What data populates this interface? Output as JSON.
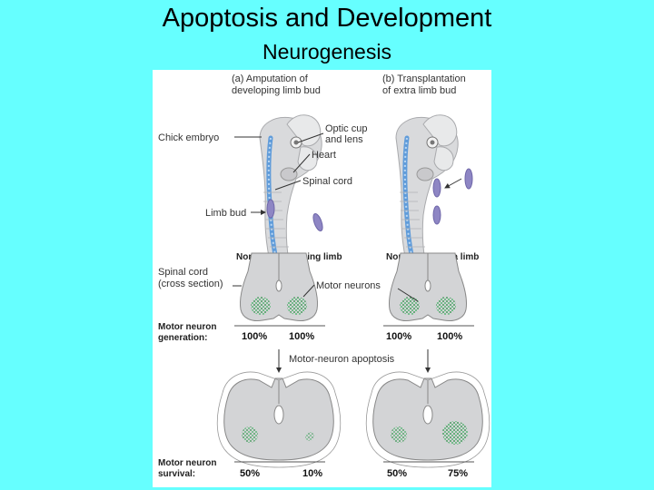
{
  "slide": {
    "title": "Apoptosis and Development",
    "subtitle": "Neurogenesis"
  },
  "figure": {
    "panel_a": {
      "line1": "(a)  Amputation of",
      "line2": "developing limb bud"
    },
    "panel_b": {
      "line1": "(b)  Transplantation",
      "line2": "of extra limb bud"
    },
    "labels": {
      "chick_embryo": "Chick embryo",
      "optic_cup_line1": "Optic cup",
      "optic_cup_line2": "and lens",
      "heart": "Heart",
      "spinal_cord": "Spinal cord",
      "limb_bud": "Limb bud",
      "cross_section_line1": "Spinal cord",
      "cross_section_line2": "(cross section)",
      "motor_neurons": "Motor neurons",
      "generation_line1": "Motor neuron",
      "generation_line2": "generation:",
      "apoptosis": "Motor-neuron apoptosis",
      "survival_line1": "Motor neuron",
      "survival_line2": "survival:"
    },
    "columns": {
      "a_left": "Normal",
      "a_right": "Missing limb",
      "b_left": "Normal",
      "b_right": "Extra limb"
    },
    "generation": {
      "a_left": "100%",
      "a_right": "100%",
      "b_left": "100%",
      "b_right": "100%"
    },
    "survival": {
      "a_left": "50%",
      "a_right": "10%",
      "b_left": "50%",
      "b_right": "75%"
    },
    "colors": {
      "background": "#66ffff",
      "embryo": "#d9dadc",
      "spinal_blue": "#4a90d9",
      "limb_bud": "#8e86c4",
      "neuron_green": "#1f8a3c",
      "cord_gray": "#d3d4d6"
    }
  }
}
